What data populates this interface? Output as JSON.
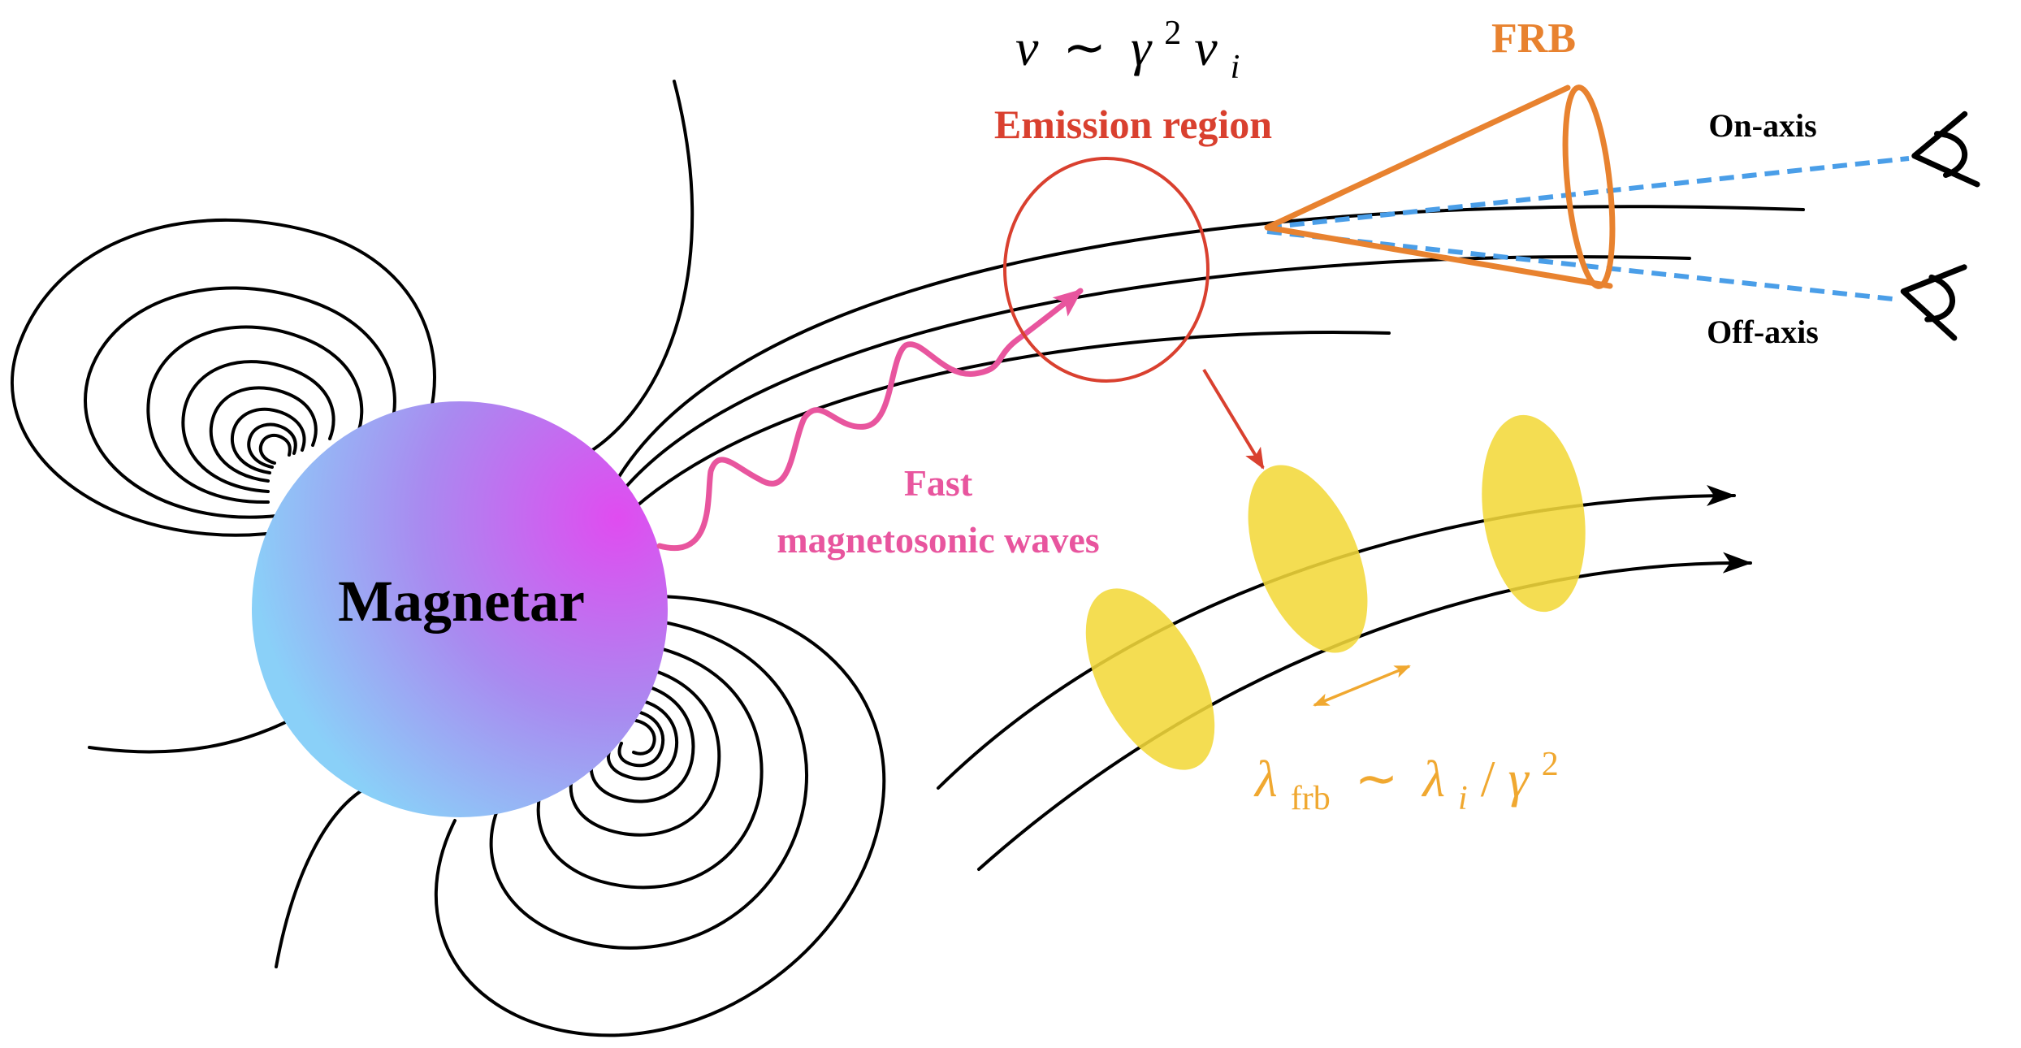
{
  "labels": {
    "star": "Magnetar",
    "frb": "FRB",
    "emission_region": "Emission region",
    "on_axis": "On-axis",
    "off_axis": "Off-axis",
    "waves_line1": "Fast",
    "waves_line2": "magnetosonic waves"
  },
  "formulas": {
    "frequency": {
      "nu": "ν",
      "sim": "∼",
      "gamma": "γ",
      "exp": "2",
      "nu_i": "ν",
      "sub_i": "i"
    },
    "wavelength": {
      "lambda": "λ",
      "sub_frb": "frb",
      "sim": "∼",
      "lambda_i": "λ",
      "sub_i": "i",
      "slash": "/",
      "gamma": "γ",
      "exp": "2"
    }
  },
  "colors": {
    "field_lines": "#000000",
    "frb_cone": "#e8822f",
    "emission_region": "#d9402f",
    "waves": "#e8559e",
    "sight_lines": "#4a9ee8",
    "blobs": "#f2d83a",
    "wavelength_annotation": "#f0a830",
    "star_gradient": [
      "#e04cf0",
      "#a98af0",
      "#8ad0f8"
    ]
  },
  "icons": [
    "observer-eye-icon",
    "observer-eye-icon"
  ]
}
